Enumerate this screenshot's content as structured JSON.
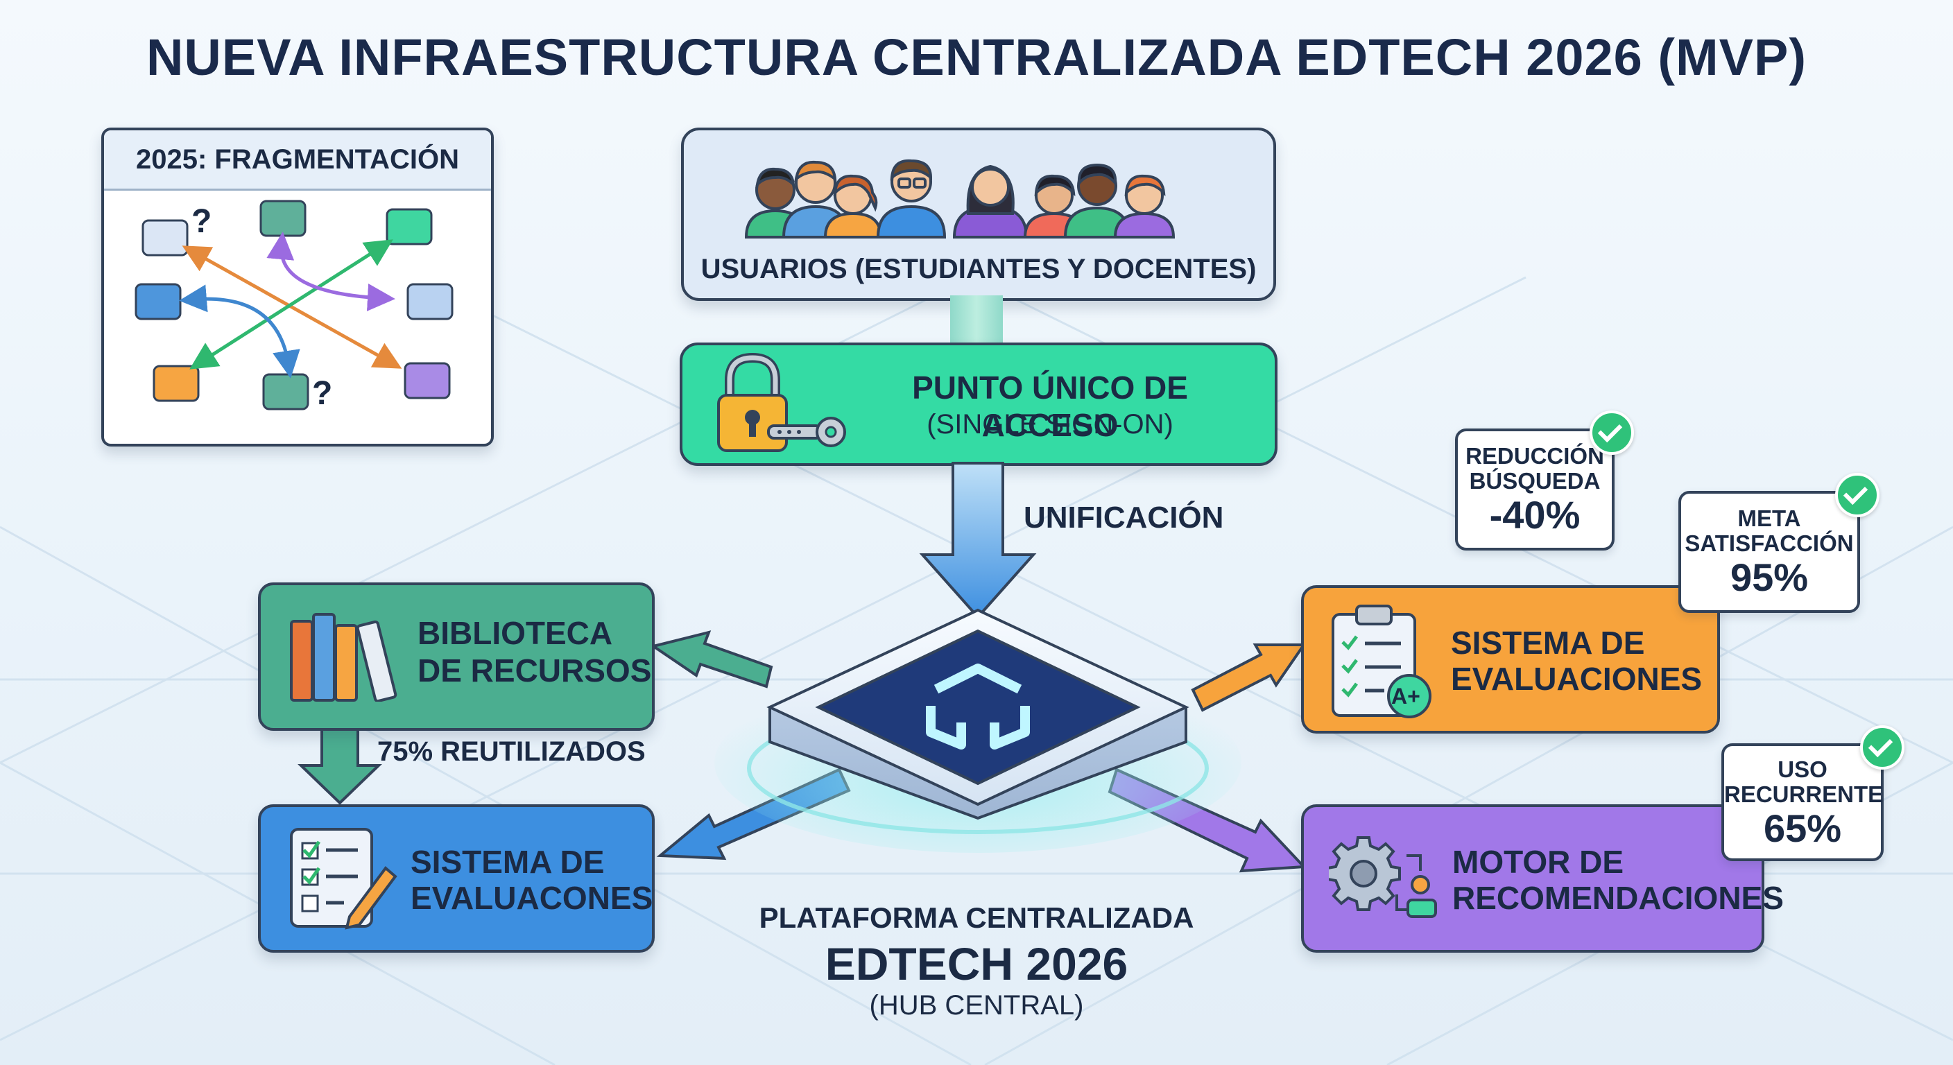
{
  "title": "NUEVA INFRAESTRUCTURA CENTRALIZADA EDTECH 2026 (MVP)",
  "fragmentation": {
    "label": "2025: FRAGMENTACIÓN",
    "question_mark": "?"
  },
  "users": {
    "label": "USUARIOS (ESTUDIANTES Y DOCENTES)"
  },
  "sso": {
    "line1": "PUNTO ÚNICO DE ACCESO",
    "line2": "(SINGLE SIGN-ON)"
  },
  "unification_label": "UNIFICACIÓN",
  "library": {
    "line1": "BIBLIOTECA",
    "line2": "DE RECURSOS",
    "reuse_note": "75% REUTILIZADOS"
  },
  "evaluations_left": {
    "line1": "SISTEMA DE",
    "line2": "EVALUACONES"
  },
  "evaluations_right": {
    "line1": "SISTEMA DE",
    "line2": "EVALUACIONES",
    "grade_badge": "A+"
  },
  "recommendations": {
    "line1": "MOTOR DE",
    "line2": "RECOMENDACIONES"
  },
  "hub": {
    "line1": "PLATAFORMA CENTRALIZADA",
    "line2": "EDTECH 2026",
    "line3": "(HUB CENTRAL)"
  },
  "callouts": {
    "search": {
      "line1": "REDUCCIÓN",
      "line2": "BÚSQUEDA",
      "value": "-40%"
    },
    "satisfaction": {
      "line1": "META",
      "line2": "SATISFACCIÓN",
      "value": "95%"
    },
    "recurrent": {
      "line1": "USO",
      "line2": "RECURRENTE",
      "value": "65%"
    }
  },
  "colors": {
    "sso_green": "#34dba4",
    "library_teal": "#4bae90",
    "eval_blue": "#3d8fe0",
    "eval_orange": "#f7a33c",
    "rec_purple": "#a178e8",
    "hub_navy": "#1f3a7a",
    "check_green": "#2fc27a"
  },
  "icons": [
    "people-icon",
    "lock-icon",
    "key-icon",
    "books-icon",
    "checklist-icon",
    "pencil-icon",
    "clipboard-icon",
    "gear-icon",
    "hub-logo-icon",
    "check-icon"
  ]
}
